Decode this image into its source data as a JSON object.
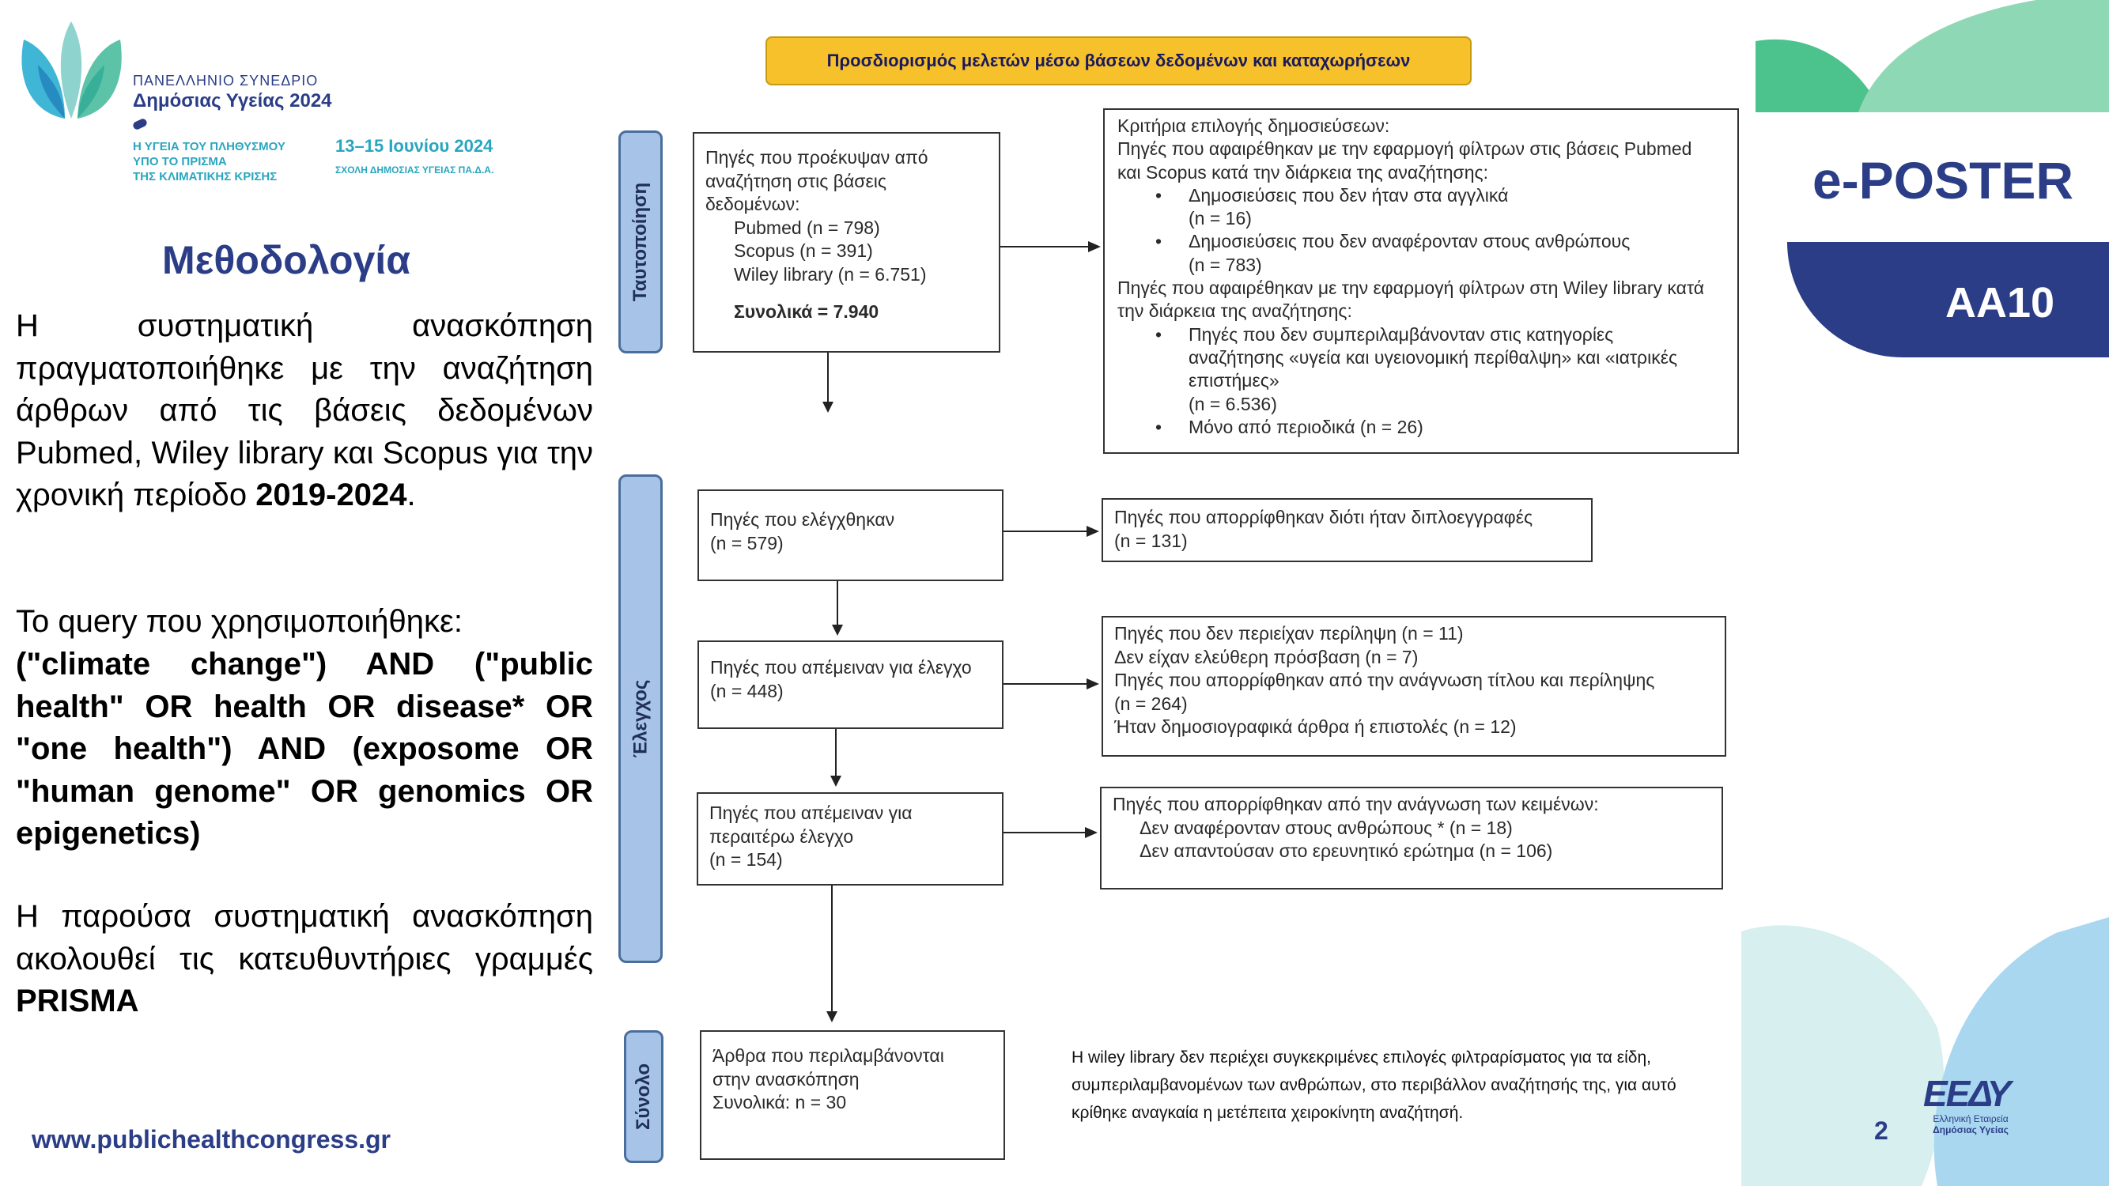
{
  "congress": {
    "line1": "ΠΑΝΕΛΛΗΝΙΟ ΣΥΝΕΔΡΙΟ",
    "line2": "Δημόσιας Υγείας 2024",
    "theme_lines": [
      "Η ΥΓΕΙΑ ΤΟΥ ΠΛΗΘΥΣΜΟΥ",
      "ΥΠΟ ΤΟ ΠΡΙΣΜΑ",
      "ΤΗΣ ΚΛΙΜΑΤΙΚΗΣ ΚΡΙΣΗΣ"
    ],
    "dates": "13–15 Ιουνίου 2024",
    "school": "ΣΧΟΛΗ ΔΗΜΟΣΙΑΣ ΥΓΕΙΑΣ ΠΑ.Δ.Α.",
    "url": "www.publichealthcongress.gr"
  },
  "left": {
    "title": "Μεθοδολογία",
    "p1_main": "Η συστηματική ανασκόπηση πραγματοποιήθηκε με την αναζήτηση άρθρων από τις βάσεις δεδομένων Pubmed, Wiley library και Scopus για την χρονική περίοδο ",
    "p1_bold": "2019-2024",
    "p1_end": ".",
    "p2_intro": "Το query που χρησιμοποιήθηκε:",
    "p2_query": "(\"climate change\") AND (\"public health\" OR health OR disease* OR \"one health\") AND (exposome OR \"human genome\" OR genomics OR epigenetics)",
    "p3_main": "Η παρούσα συστηματική ανασκόπηση ακολουθεί τις κατευθυντήριες γραμμές ",
    "p3_bold": "PRISMA"
  },
  "right": {
    "eposter": "e-POSTER",
    "code": "ΑΑ10",
    "page_number": "2",
    "eedy_mark": "ΕΕΔΥ",
    "eedy_line1": "Ελληνική Εταιρεία",
    "eedy_line2": "Δημόσιας Υγείας"
  },
  "diagram": {
    "header": "Προσδιορισμός μελετών μέσω βάσεων δεδομένων και καταχωρήσεων",
    "stages": [
      "Ταυτοποίηση",
      "Έλεγχος",
      "Σύνολο"
    ],
    "box1": {
      "lines": [
        "Πηγές που προέκυψαν από",
        "αναζήτηση στις βάσεις",
        "δεδομένων:"
      ],
      "sources": [
        "Pubmed (n = 798)",
        "Scopus (n = 391)",
        "Wiley library (n = 6.751)"
      ],
      "total": "Συνολικά = 7.940"
    },
    "exclusion1": {
      "l1": "Κριτήρια επιλογής δημοσιεύσεων:",
      "l2": "Πηγές που αφαιρέθηκαν με την εφαρμογή φίλτρων στις βάσεις Pubmed",
      "l3": "και Scopus κατά την διάρκεια της αναζήτησης:",
      "b1": "Δημοσιεύσεις που δεν ήταν στα αγγλικά",
      "b1n": "(n = 16)",
      "b2": "Δημοσιεύσεις που δεν αναφέρονταν στους ανθρώπους",
      "b2n": "(n = 783)",
      "l4": "Πηγές που αφαιρέθηκαν με την εφαρμογή φίλτρων στη Wiley library κατά",
      "l5": "την διάρκεια της αναζήτησης:",
      "b3a": "Πηγές που δεν συμπεριλαμβάνονταν στις κατηγορίες",
      "b3b": "αναζήτησης «υγεία και υγειονομική περίθαλψη» και «ιατρικές",
      "b3c": "επιστήμες»",
      "b3n": "(n = 6.536)",
      "b4": "Μόνο από περιοδικά (n = 26)"
    },
    "box2": [
      "Πηγές που ελέγχθηκαν",
      "(n = 579)"
    ],
    "exclusion2": [
      "Πηγές που απορρίφθηκαν διότι ήταν διπλοεγγραφές",
      "(n = 131)"
    ],
    "box3": [
      "Πηγές που απέμειναν για έλεγχο",
      "(n = 448)"
    ],
    "exclusion3": [
      "Πηγές που δεν περιείχαν περίληψη (n = 11)",
      "Δεν είχαν ελεύθερη πρόσβαση (n = 7)",
      "Πηγές που απορρίφθηκαν από την ανάγνωση τίτλου και περίληψης",
      "(n = 264)",
      "Ήταν δημοσιογραφικά άρθρα ή επιστολές (n = 12)"
    ],
    "box4": [
      "Πηγές που απέμειναν για",
      "περαιτέρω έλεγχο",
      "(n = 154)"
    ],
    "exclusion4": {
      "title": "Πηγές που απορρίφθηκαν από την ανάγνωση των κειμένων:",
      "lines": [
        "Δεν αναφέρονταν στους ανθρώπους *  (n = 18)",
        "Δεν απαντούσαν στο ερευνητικό ερώτημα (n = 106)"
      ]
    },
    "box5": [
      "Άρθρα που περιλαμβάνονται",
      "στην ανασκόπηση",
      "Συνολικά: n = 30"
    ],
    "note": "Η wiley library δεν περιέχει συγκεκριμένες επιλογές φιλτραρίσματος για τα είδη, συμπεριλαμβανομένων των ανθρώπων, στο περιβάλλον αναζήτησής της, για αυτό κρίθηκε αναγκαία η μετέπειτα χειροκίνητη αναζήτησή."
  }
}
